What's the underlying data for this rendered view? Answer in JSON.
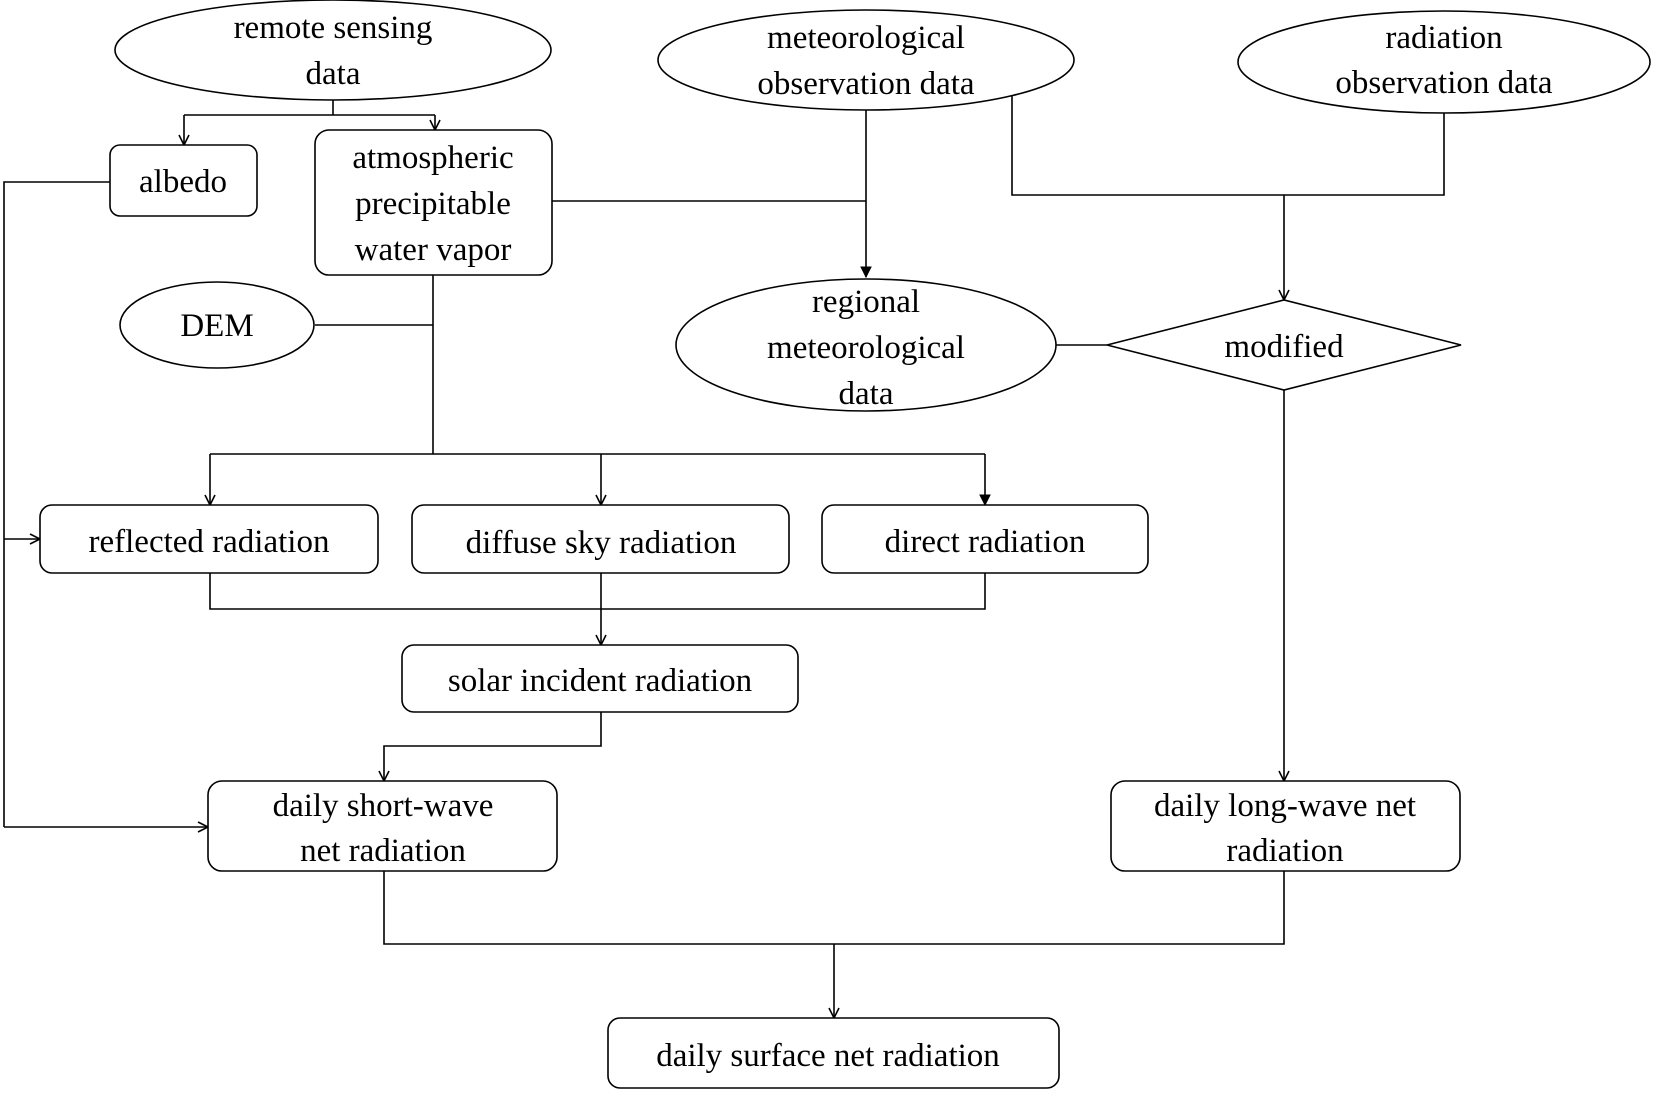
{
  "nodes": {
    "remote_sensing": {
      "line1": "remote sensing",
      "line2": "data"
    },
    "meteorological": {
      "line1": "meteorological",
      "line2": "observation data"
    },
    "radiation_obs": {
      "line1": "radiation",
      "line2": "observation data"
    },
    "albedo": {
      "label": "albedo"
    },
    "water_vapor": {
      "line1": "atmospheric",
      "line2": "precipitable",
      "line3": "water vapor"
    },
    "dem": {
      "label": "DEM"
    },
    "regional": {
      "line1": "regional",
      "line2": "meteorological",
      "line3": "data"
    },
    "modified": {
      "label": "modified"
    },
    "reflected": {
      "label": "reflected radiation"
    },
    "diffuse": {
      "label": "diffuse sky radiation"
    },
    "direct": {
      "label": "direct radiation"
    },
    "solar_incident": {
      "label": "solar incident radiation"
    },
    "short_wave": {
      "line1": "daily short-wave",
      "line2": "net radiation"
    },
    "long_wave": {
      "line1": "daily long-wave net",
      "line2": "radiation"
    },
    "surface_net": {
      "label": "daily surface net radiation"
    }
  }
}
